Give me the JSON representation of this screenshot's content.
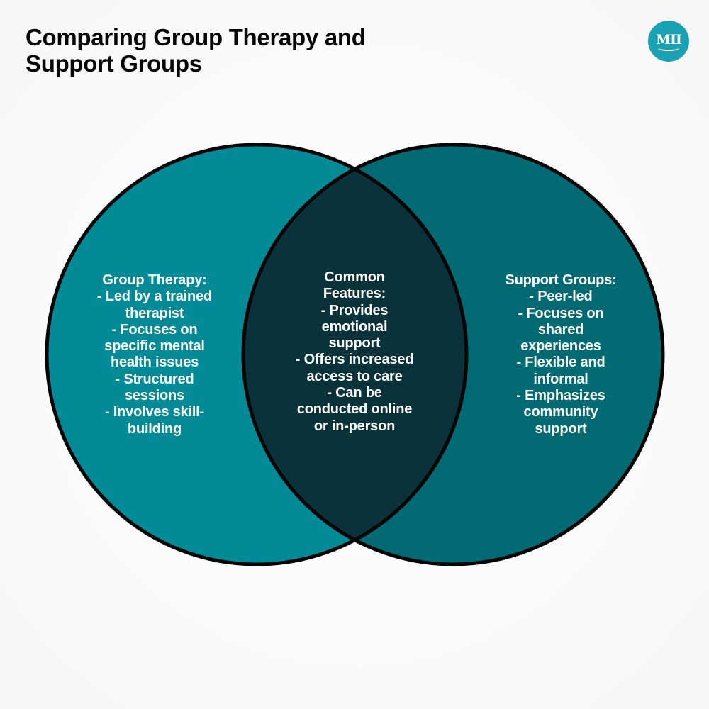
{
  "title": {
    "line1": "Comparing Group Therapy and",
    "line2": "Support Groups"
  },
  "logo": {
    "text": "MII",
    "icon": "brand-logo-icon",
    "color": "#1aa2b4"
  },
  "venn": {
    "sets": [
      {
        "id": "group-therapy",
        "heading": "Group Therapy:",
        "color": "#028a96",
        "items": [
          "- Led by a trained therapist",
          "- Focuses on specific mental health issues",
          "- Structured sessions",
          "- Involves skill-building"
        ],
        "display_text": "Group Therapy:\n- Led by a trained\ntherapist\n- Focuses on\nspecific mental\nhealth issues\n- Structured\nsessions\n- Involves skill-\nbuilding"
      },
      {
        "id": "support-groups",
        "heading": "Support Groups:",
        "color": "#026a72",
        "items": [
          "- Peer-led",
          "- Focuses on shared experiences",
          "- Flexible and informal",
          "- Emphasizes community support"
        ],
        "display_text": "Support Groups:\n- Peer-led\n- Focuses on\nshared\nexperiences\n- Flexible and\ninformal\n- Emphasizes\ncommunity\nsupport"
      }
    ],
    "intersection": {
      "id": "common-features",
      "heading": "Common Features:",
      "color": "#0a323a",
      "items": [
        "- Provides emotional support",
        "- Offers increased access to care",
        "- Can be conducted online or in-person"
      ],
      "display_text": "Common\nFeatures:\n- Provides\nemotional\nsupport\n- Offers increased\naccess to care\n- Can be\nconducted online\nor in-person"
    },
    "outline_color": "#050505"
  }
}
